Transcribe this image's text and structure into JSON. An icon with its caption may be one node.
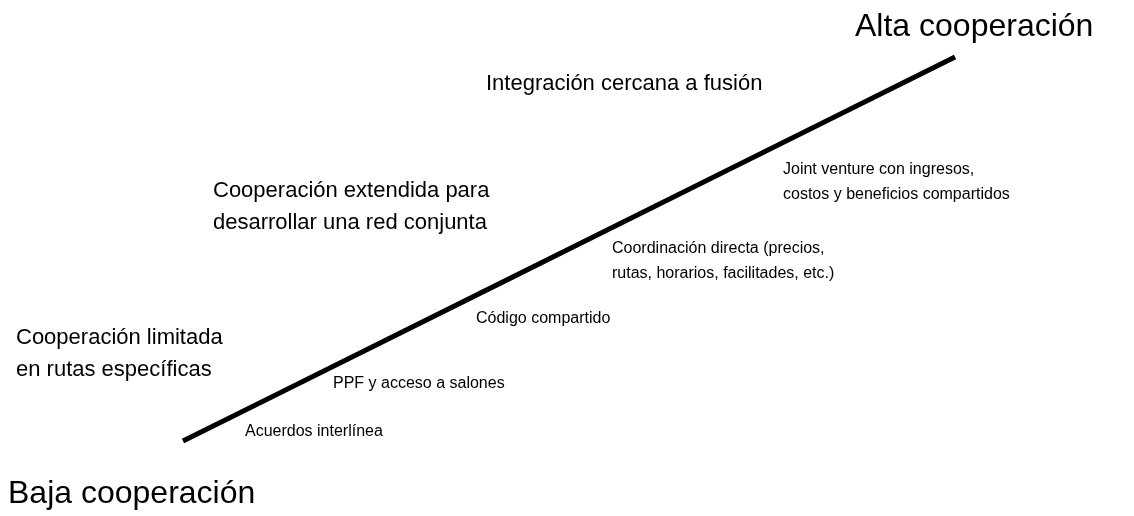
{
  "diagram": {
    "labels": [
      "Alta cooperación",
      "Integración cercana a fusión",
      "Joint venture con ingresos, costos y beneficios compartidos",
      "Cooperación extendida para desarrollar una red conjunta",
      "Coordinación directa (precios, rutas, horarios, facilitades, etc.)",
      "Código compartido",
      "Cooperación limitada en rutas específicas",
      "PPF y acceso a salones",
      "Acuerdos interlínea",
      "Baja cooperación"
    ]
  }
}
